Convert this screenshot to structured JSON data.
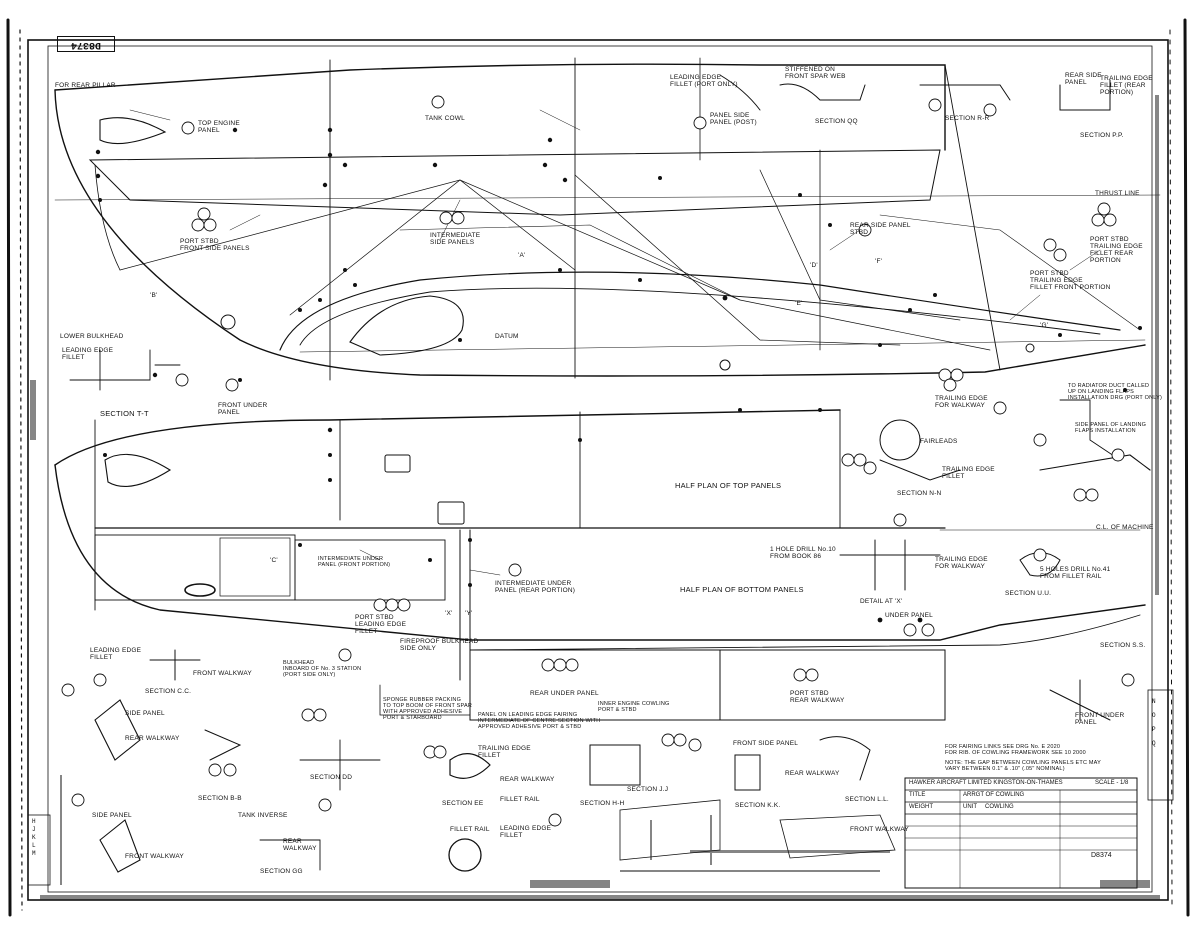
{
  "drawing_number": "D8374",
  "labels": {
    "for_rear_pillar": "FOR REAR PILLAR",
    "top_engine_panel": "TOP ENGINE\nPANEL",
    "tank_cowl": "TANK COWL",
    "panel_side_panel_post": "PANEL SIDE\nPANEL (POST)",
    "leading_edge_fillet": "LEADING EDGE\nFILLET (PORT ONLY)",
    "stiffened_front_spar": "STIFFENED ON\nFRONT SPAR WEB",
    "section_qq": "SECTION QQ",
    "section_rr": "SECTION R-R",
    "rear_side_panel": "REAR SIDE\nPANEL",
    "trailing_edge_fillet_rear": "TRAILING EDGE\nFILLET (REAR\nPORTION)",
    "section_pp": "SECTION P.P.",
    "thrust_line": "THRUST LINE",
    "port_front_side_panels": "PORT STBD\nFRONT SIDE PANELS",
    "intermediate_side_panels": "INTERMEDIATE\nSIDE PANELS",
    "rear_side_panel_stbd": "REAR SIDE PANEL\nSTBD",
    "port_stbd_trailing_edge_rear": "PORT STBD\nTRAILING EDGE\nFILLET REAR\nPORTION",
    "port_stbd_trailing_edge_front": "PORT STBD\nTRAILING EDGE\nFILLET FRONT PORTION",
    "datum": "DATUM",
    "lower_bulkhead": "LOWER BULKHEAD",
    "leading_edge_fillet_left": "LEADING EDGE\nFILLET",
    "front_under_panel": "FRONT UNDER\nPANEL",
    "section_tt": "SECTION T-T",
    "trailing_edge_walkway": "TRAILING EDGE\nFOR WALKWAY",
    "radiator_duct_note": "TO RADIATOR DUCT CALLED\nUP ON LANDING FLAPS\nINSTALLATION DRG (PORT ONLY)",
    "side_panel_landing_flaps": "SIDE PANEL OF LANDING\nFLAPS INSTALLATION",
    "fairleads": "FAIRLEADS",
    "section_nn": "SECTION N-N",
    "trailing_edge_fillet": "TRAILING EDGE\nFILLET",
    "half_plan_top_panels": "HALF PLAN OF TOP PANELS",
    "half_plan_bottom_panels": "HALF PLAN OF BOTTOM PANELS",
    "intermediate_under_panel": "INTERMEDIATE UNDER\nPANEL (FRONT PORTION)",
    "intermediate_under_panel_rear": "INTERMEDIATE UNDER\nPANEL (REAR PORTION)",
    "hole_drill_note": "1 HOLE DRILL No.10\nFROM BOOK 86",
    "trailing_edge_walkway_b": "TRAILING EDGE\nFOR WALKWAY",
    "holes_drill_note": "5 HOLES DRILL No.41\nFROM FILLET RAIL",
    "cl_of_machine": "C.L. OF MACHINE",
    "detail_at_x": "DETAIL AT 'X'",
    "section_uu": "SECTION U.U.",
    "under_panel_note": "UNDER PANEL",
    "port_stbd_leading_edge": "PORT STBD\nLEADING EDGE\nFILLET",
    "fireproof_bulkhead": "FIREPROOF BULKHEAD\nSIDE ONLY",
    "bulkhead_note": "BULKHEAD\nINBOARD OF No. 3 STATION\n(PORT SIDE ONLY)",
    "rear_under_panel": "REAR UNDER PANEL",
    "port_stbd_rear_walkway": "PORT STBD\nREAR WALKWAY",
    "leading_edge_fillet_cc": "LEADING EDGE\nFILLET",
    "front_walkway_cc": "FRONT WALKWAY",
    "section_cc": "SECTION C.C.",
    "sponge_rubber_note": "SPONGE RUBBER PACKING\nTO TOP BOOM OF FRONT SPAR\nWITH APPROVED ADHESIVE\nPORT & STARBOARD",
    "inner_engine_cowling": "INNER ENGINE COWLING\nPORT & STBD",
    "leading_edge_cowling_note": "PANEL ON LEADING EDGE FAIRING\nINTERMEDIATE OF CENTRE SECTION WITH\nAPPROVED ADHESIVE PORT & STBD",
    "section_ss": "SECTION S.S.",
    "front_under_panel_b": "FRONT UNDER\nPANEL",
    "rear_walkway": "REAR WALKWAY",
    "side_panel": "SIDE PANEL",
    "section_bb": "SECTION B-B",
    "section_dd": "SECTION DD",
    "trailing_edge_fillet_b": "TRAILING EDGE\nFILLET",
    "rear_walkway_b": "REAR WALKWAY",
    "section_ee": "SECTION EE",
    "fillet_rail": "FILLET RAIL",
    "section_hh": "SECTION H-H",
    "section_jj": "SECTION J.J",
    "front side panel": "FRONT SIDE PANEL",
    "rear_walkway_c": "REAR WALKWAY",
    "section_kk": "SECTION K.K.",
    "section_ll": "SECTION L.L.",
    "fairing_note": "FOR FAIRING LINKS SEE DRG No. E 2020\nFOR RIB. OF COWLING FRAMEWORK SEE 10 2000",
    "gap_note": "NOTE: THE GAP BETWEEN COWLING PANELS ETC MAY\nVARY BETWEEN 0.1\" & .10\" (.05\" NOMINAL)",
    "side_panel_b": "SIDE PANEL",
    "front_walkway": "FRONT WALKWAY",
    "tank_inverse": "TANK INVERSE",
    "section_gg": "SECTION GG",
    "rear_walkway_d": "REAR\nWALKWAY",
    "fillet_rail_b": "FILLET RAIL",
    "leading_edge_fillet_c": "LEADING EDGE\nFILLET",
    "front_walkway_b": "FRONT WALKWAY"
  },
  "title_block": {
    "company": "HAWKER AIRCRAFT LIMITED   KINGSTON-ON-THAMES",
    "scale": "SCALE - 1/8",
    "title_label": "TITLE",
    "title": "ARRGT OF COWLING",
    "weight_label": "WEIGHT",
    "unit_label": "UNIT",
    "unit": "COWLING",
    "drawing_no": "D8374"
  },
  "margin_tags": [
    "H",
    "J",
    "K",
    "L",
    "M",
    "N",
    "O",
    "P",
    "Q"
  ],
  "section_letters": [
    "'A'",
    "'B'",
    "'C'",
    "'D'",
    "'E'",
    "'F'",
    "'G'",
    "'X'",
    "'Y'"
  ]
}
